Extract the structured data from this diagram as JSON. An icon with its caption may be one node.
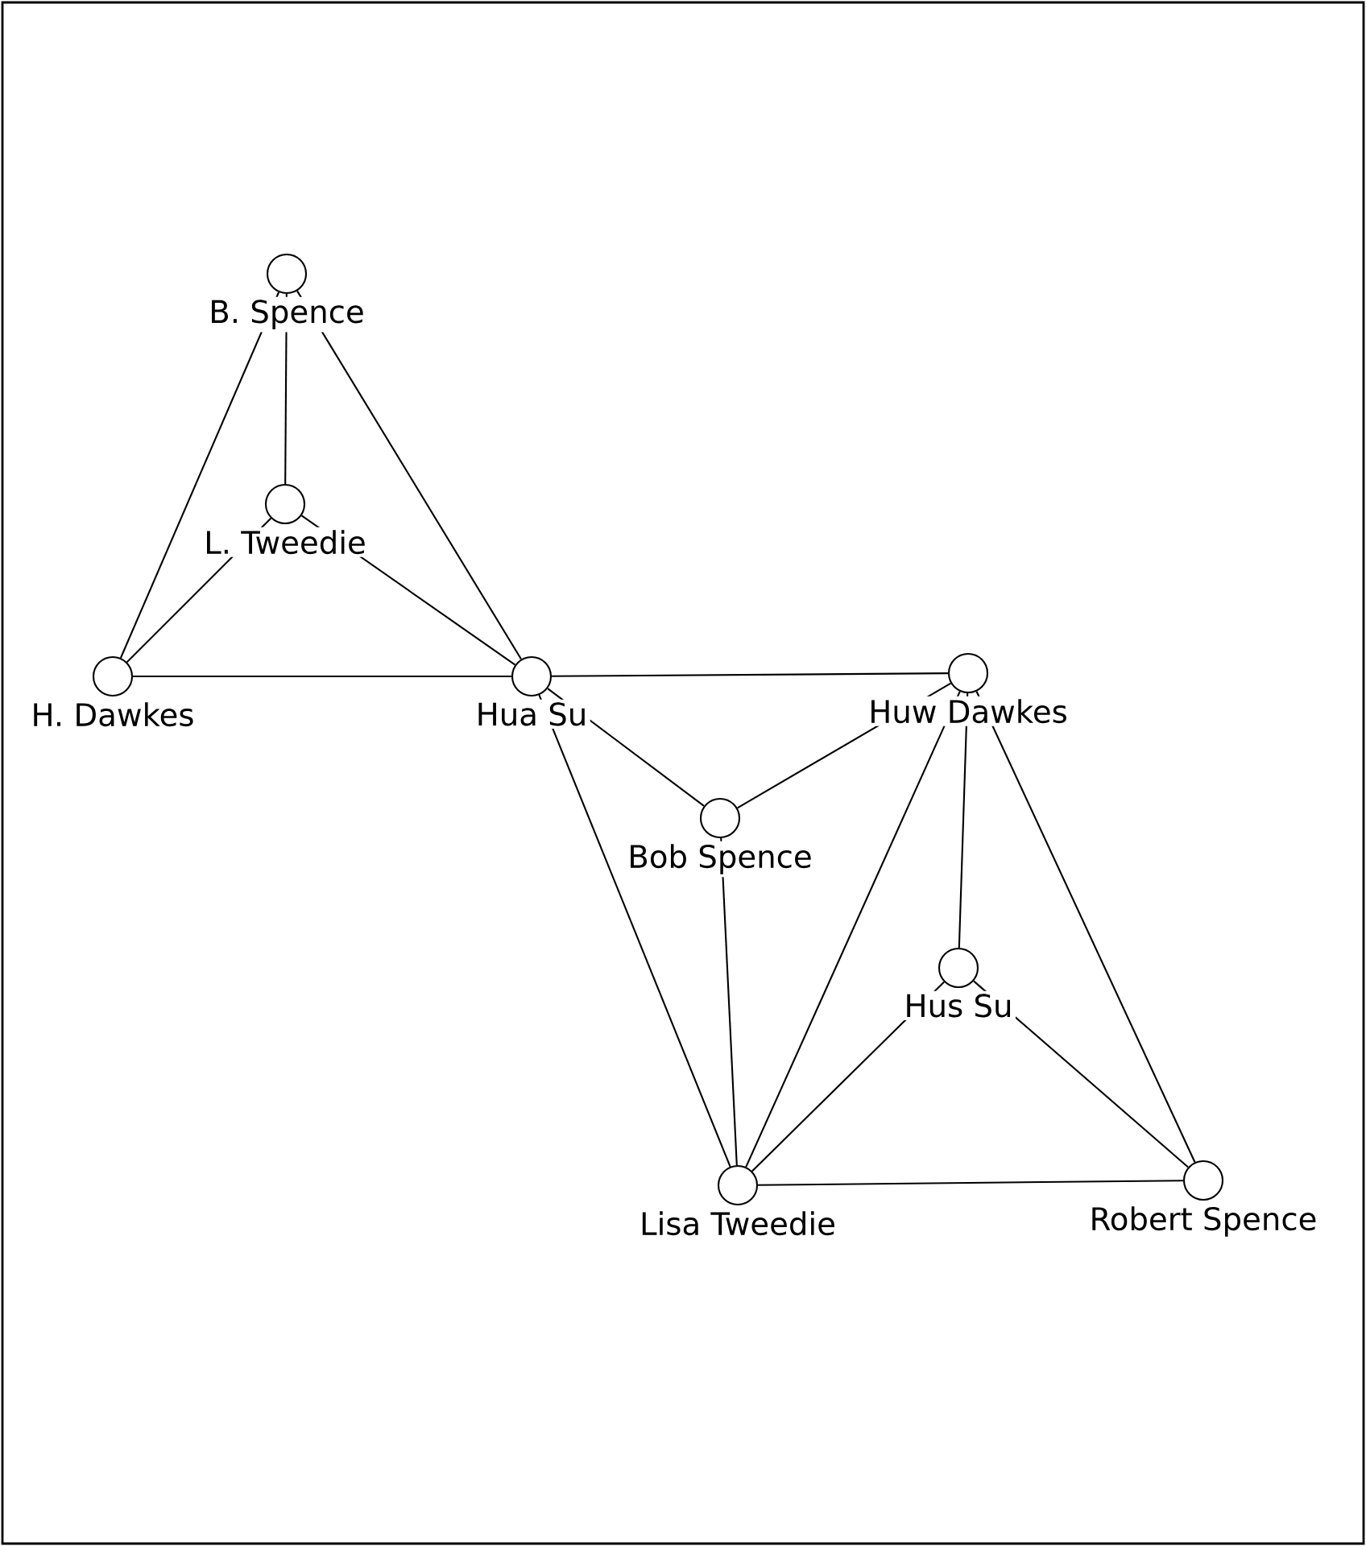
{
  "diagram": {
    "nodes": [
      {
        "text": [
          "B. Spence"
        ]
      },
      {
        "text": [
          "L. Tweedie"
        ]
      },
      {
        "text": [
          "H. Dawkes"
        ]
      },
      {
        "text": [
          "Hua Su"
        ]
      },
      {
        "text": [
          "Huw Dawkes"
        ]
      },
      {
        "text": [
          "Bob Spence"
        ]
      },
      {
        "text": [
          "Hus Su"
        ]
      },
      {
        "text": [
          "Lisa Tweedie"
        ]
      },
      {
        "text": [
          "Robert Spence"
        ]
      }
    ],
    "edges": [
      {
        "from": 0,
        "to": 1,
        "arrow": "none"
      },
      {
        "from": 0,
        "to": 2,
        "arrow": "none"
      },
      {
        "from": 0,
        "to": 3,
        "arrow": "none"
      },
      {
        "from": 1,
        "to": 2,
        "arrow": "none"
      },
      {
        "from": 1,
        "to": 3,
        "arrow": "none"
      },
      {
        "from": 2,
        "to": 3,
        "arrow": "none"
      },
      {
        "from": 3,
        "to": 4,
        "arrow": "none"
      },
      {
        "from": 3,
        "to": 5,
        "arrow": "none"
      },
      {
        "from": 3,
        "to": 7,
        "arrow": "none"
      },
      {
        "from": 4,
        "to": 5,
        "arrow": "none"
      },
      {
        "from": 4,
        "to": 7,
        "arrow": "none"
      },
      {
        "from": 4,
        "to": 6,
        "arrow": "none"
      },
      {
        "from": 4,
        "to": 8,
        "arrow": "none"
      },
      {
        "from": 5,
        "to": 7,
        "arrow": "none"
      },
      {
        "from": 6,
        "to": 7,
        "arrow": "none"
      },
      {
        "from": 6,
        "to": 8,
        "arrow": "none"
      },
      {
        "from": 7,
        "to": 8,
        "arrow": "none"
      }
    ]
  }
}
